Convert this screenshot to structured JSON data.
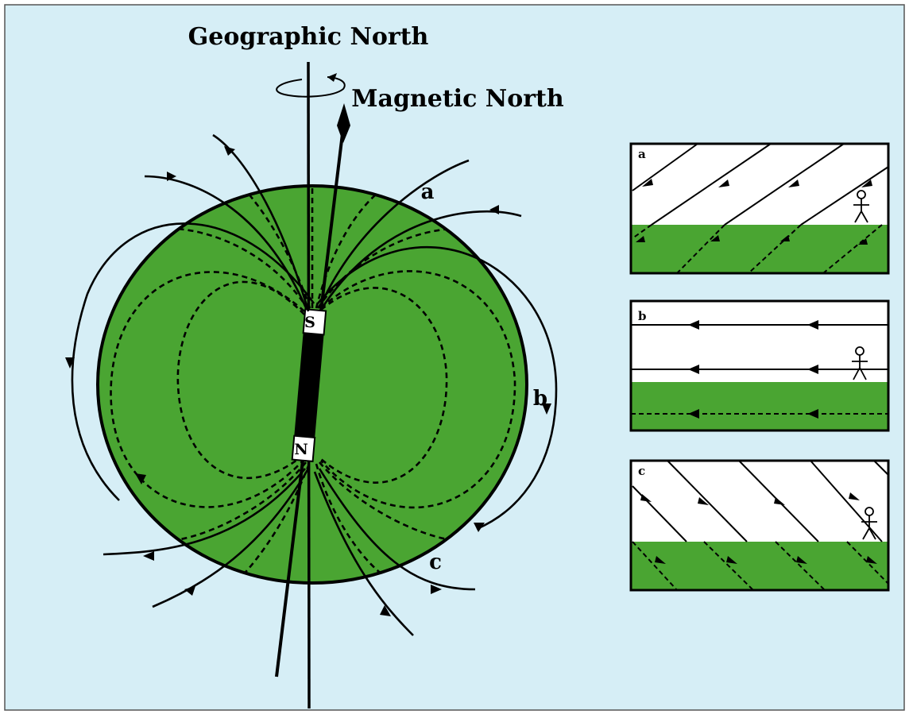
{
  "labels": {
    "geographic_north": "Geographic North",
    "magnetic_north": "Magnetic North",
    "magnet_south": "S",
    "magnet_north": "N",
    "point_a": "a",
    "point_b": "b",
    "point_c": "c"
  },
  "insets": [
    {
      "label": "a"
    },
    {
      "label": "b"
    },
    {
      "label": "c"
    }
  ],
  "colors": {
    "background": "#d6eef6",
    "earth": "#4aa532",
    "sky": "#ffffff",
    "stroke": "#000000"
  }
}
